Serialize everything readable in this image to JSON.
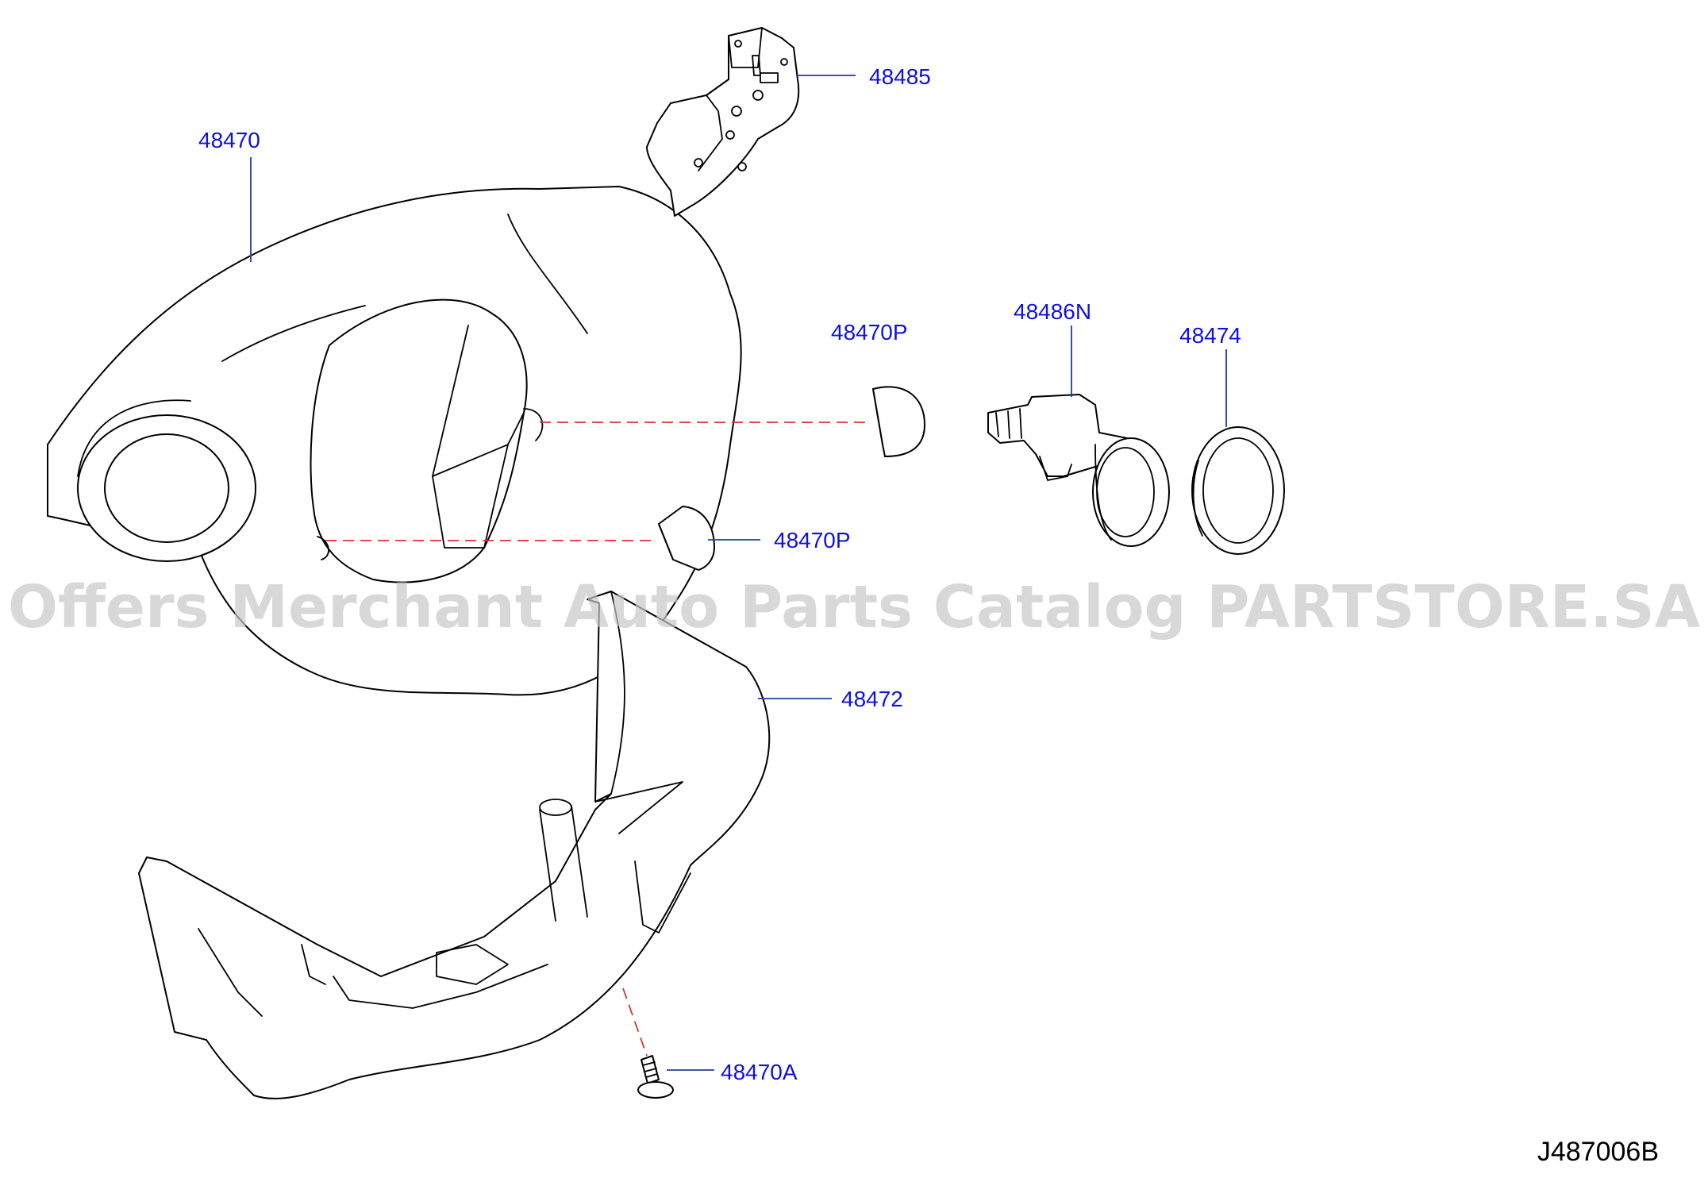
{
  "watermark": "Offers Merchant Auto Parts Catalog PARTSTORE.SA",
  "diagram_code": "J487006B",
  "label_color": "#1010e0",
  "leader_color": "#1f3fa0",
  "dashed_line_color": "#e03030",
  "callouts": {
    "p48485": "48485",
    "p48470": "48470",
    "p48470p_top": "48470P",
    "p48486n": "48486N",
    "p48474": "48474",
    "p48470p_bottom": "48470P",
    "p48472": "48472",
    "p48470a": "48470A"
  }
}
